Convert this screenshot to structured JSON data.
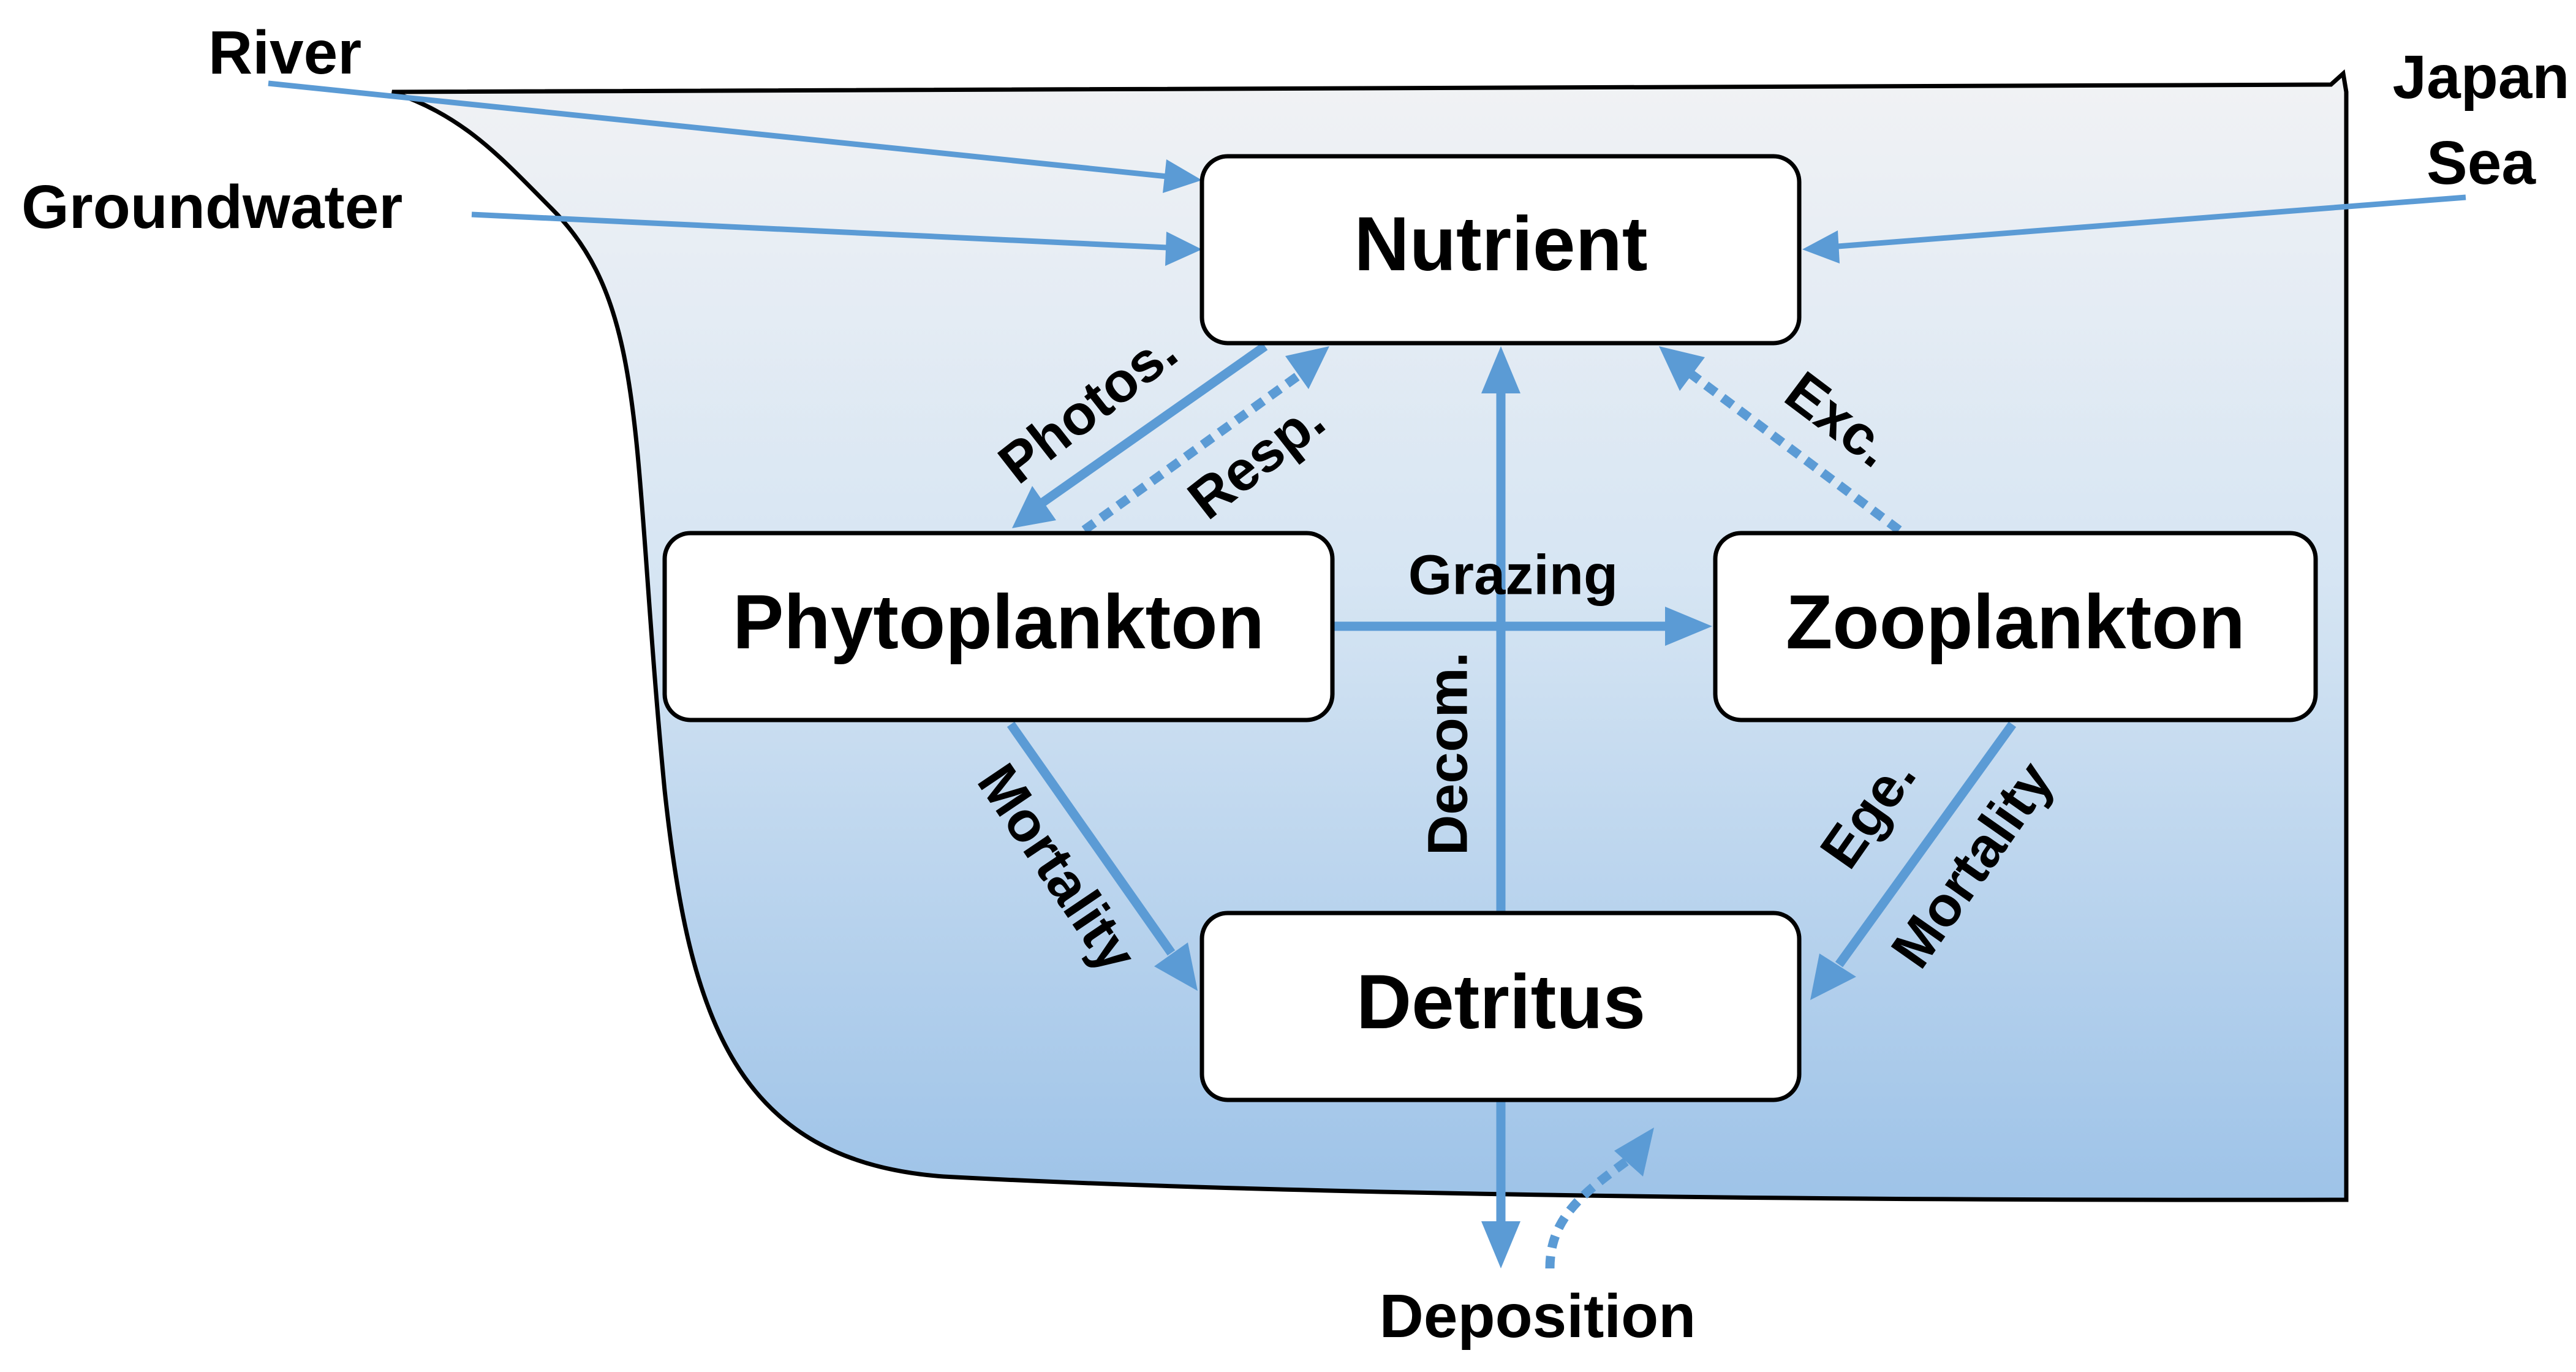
{
  "colors": {
    "arrow": "#5b9bd5",
    "water_top": "#f1f2f4",
    "water_bottom": "#9ec3e8",
    "outline": "#000000"
  },
  "boxes": {
    "nutrient": "Nutrient",
    "phytoplankton": "Phytoplankton",
    "zooplankton": "Zooplankton",
    "detritus": "Detritus"
  },
  "external": {
    "river": "River",
    "groundwater": "Groundwater",
    "japan_sea_line1": "Japan",
    "japan_sea_line2": "Sea",
    "deposition": "Deposition"
  },
  "flows": {
    "photosynthesis": "Photos.",
    "respiration": "Resp.",
    "excretion": "Exc.",
    "grazing": "Grazing",
    "decomposition": "Decom.",
    "phyto_mortality": "Mortality",
    "egestion": "Ege.",
    "zoo_mortality": "Mortality"
  }
}
